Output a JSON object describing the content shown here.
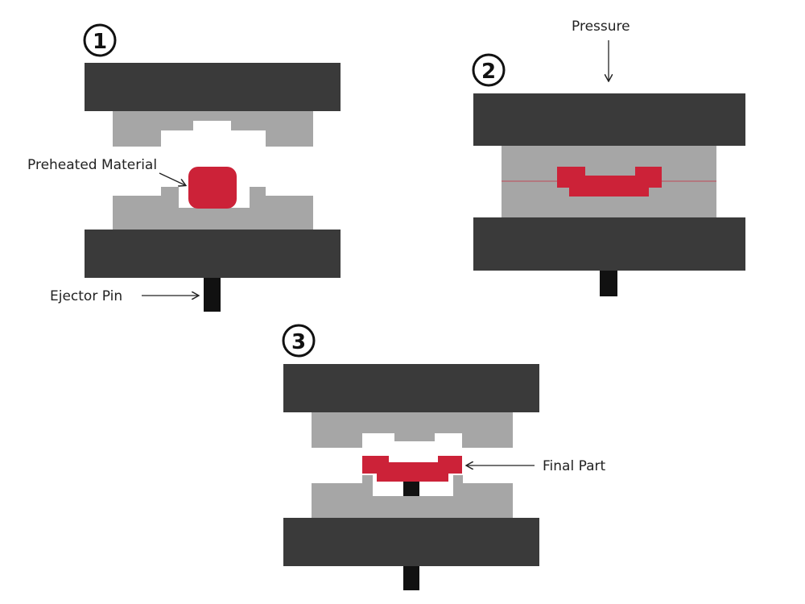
{
  "steps": [
    {
      "marker": "1"
    },
    {
      "marker": "2"
    },
    {
      "marker": "3"
    }
  ],
  "labels": {
    "preheated_material": "Preheated Material",
    "ejector_pin": "Ejector Pin",
    "pressure": "Pressure",
    "final_part": "Final Part"
  },
  "colors": {
    "platen": "#3a3a3a",
    "mold": "#a6a6a6",
    "material": "#cc2238",
    "pin": "#111111",
    "background": "#ffffff",
    "text": "#222222"
  }
}
